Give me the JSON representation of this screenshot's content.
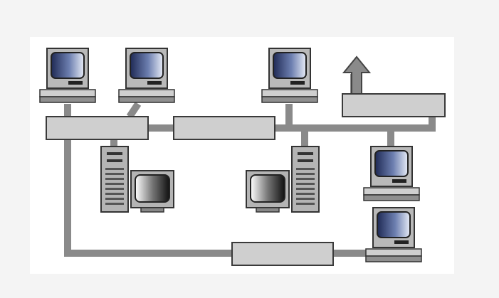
{
  "colors": {
    "background": "#f4f4f4",
    "panel": "#ffffff",
    "cable": "#8a8a8a",
    "box_fill": "#cfcfcf",
    "box_stroke": "#3a3a3a",
    "case": "#b7b7b7",
    "screen_dark": "#1f2a55",
    "screen_light": "#dde4f2"
  },
  "diagram": {
    "nodes": [
      {
        "name": "hub-left",
        "kind": "network-box",
        "label": ""
      },
      {
        "name": "hub-center",
        "kind": "network-box",
        "label": ""
      },
      {
        "name": "hub-right",
        "kind": "network-box",
        "label": ""
      },
      {
        "name": "hub-bottom",
        "kind": "network-box",
        "label": ""
      },
      {
        "name": "workstation-top-1",
        "kind": "workstation"
      },
      {
        "name": "workstation-top-2",
        "kind": "workstation"
      },
      {
        "name": "workstation-top-3",
        "kind": "workstation"
      },
      {
        "name": "workstation-right-1",
        "kind": "workstation"
      },
      {
        "name": "workstation-right-2",
        "kind": "workstation"
      },
      {
        "name": "server-left",
        "kind": "tower-server"
      },
      {
        "name": "server-right",
        "kind": "tower-server"
      },
      {
        "name": "uplink-arrow",
        "kind": "arrow",
        "direction": "up"
      }
    ]
  }
}
